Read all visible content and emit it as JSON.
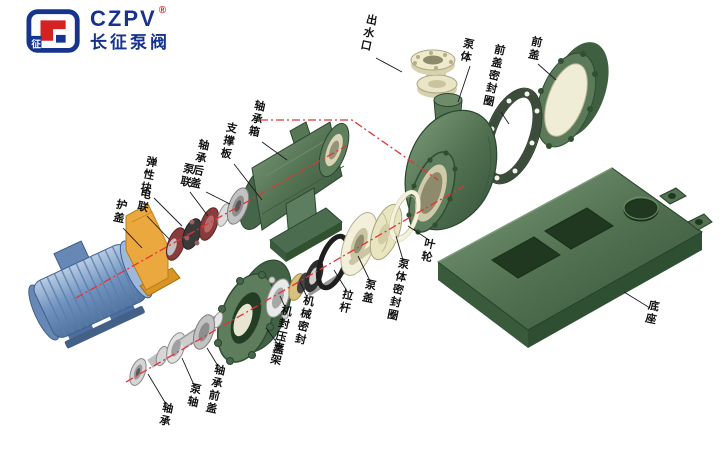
{
  "logo": {
    "brand": "CZPV",
    "registered": "®",
    "company": "长征泵阀",
    "emblem_char": "征"
  },
  "colors": {
    "brand_blue": "#16348e",
    "brand_red": "#d42222",
    "centerline_red": "#e43434",
    "machine_green": "#527252",
    "motor_blue": "#7a9cc6",
    "guard_orange": "#eba83e",
    "cream": "#f0edd6"
  },
  "labels": {
    "outlet": "出水口",
    "pump_body": "泵体",
    "front_cover_seal": "前盖密封圈",
    "front_cover": "前盖",
    "bearing_box": "轴承箱",
    "support_plate": "支撑板",
    "bearing_rear_cover": "轴承后盖",
    "pump_coupling": "泵联",
    "elastic_block": "弹性块",
    "motor_coupling": "电联",
    "guard": "护盖",
    "impeller": "叶轮",
    "pump_body_seal": "泵体密封圈",
    "pump_cover": "泵盖",
    "tie_rod": "拉杆",
    "mechanical_seal": "机械密封",
    "seal_gland": "机封压盖",
    "bracket": "支架",
    "bearing_front_cover": "轴承前盖",
    "pump_shaft": "泵轴",
    "bearing": "轴承",
    "base": "底座"
  }
}
